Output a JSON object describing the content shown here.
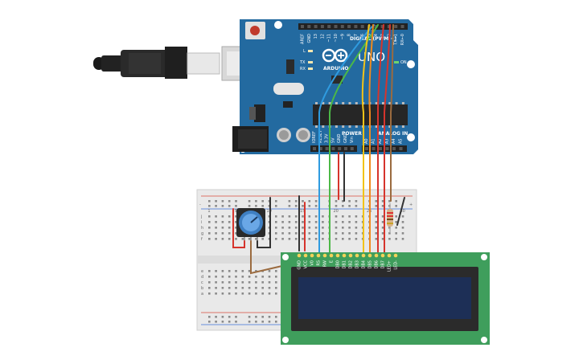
{
  "arduino": {
    "brand": "ARDUINO",
    "model": "UNO",
    "section_digital": "DIGITAL (PWM ~)",
    "section_power": "POWER",
    "section_analog": "ANALOG IN",
    "led_l": "L",
    "led_tx": "TX",
    "led_rx": "RX",
    "led_on": "ON",
    "top_pins": [
      "AREF",
      "GND",
      "13",
      "12",
      "~11",
      "~10",
      "~9",
      "8",
      "7",
      "~6",
      "~5",
      "4",
      "~3",
      "2",
      "TX→1",
      "RX←0"
    ],
    "power_pins": [
      "IOREF",
      "RESET",
      "3.3V",
      "5V",
      "GND",
      "GND",
      "Vin"
    ],
    "analog_pins": [
      "A0",
      "A1",
      "A2",
      "A3",
      "A4",
      "A5"
    ]
  },
  "breadboard": {
    "col_numbers": [
      "1",
      "5",
      "10",
      "15",
      "20",
      "25",
      "30"
    ],
    "row_letters_top": [
      "j",
      "i",
      "h",
      "g",
      "f"
    ],
    "row_letters_bottom": [
      "e",
      "d",
      "c",
      "b",
      "a"
    ],
    "rail_plus": "+",
    "rail_minus": "-"
  },
  "lcd": {
    "pin_labels": [
      "GND",
      "VCC",
      "V0",
      "RS",
      "RW",
      "E",
      "DB0",
      "DB1",
      "DB2",
      "DB3",
      "DB4",
      "DB5",
      "DB6",
      "DB7",
      "LED+",
      "LED-"
    ]
  },
  "colors": {
    "board": "#236aa0",
    "board_dark": "#17507a",
    "lcd_pcb": "#3f9e5c",
    "lcd_screen": "#1d2f56",
    "wire_blue": "#2f9be0",
    "wire_green": "#4cb847",
    "wire_yellow": "#f2c318",
    "wire_orange": "#f08a1c",
    "wire_red": "#d6342c",
    "wire_brown": "#9b6b3f",
    "wire_black": "#333333"
  }
}
